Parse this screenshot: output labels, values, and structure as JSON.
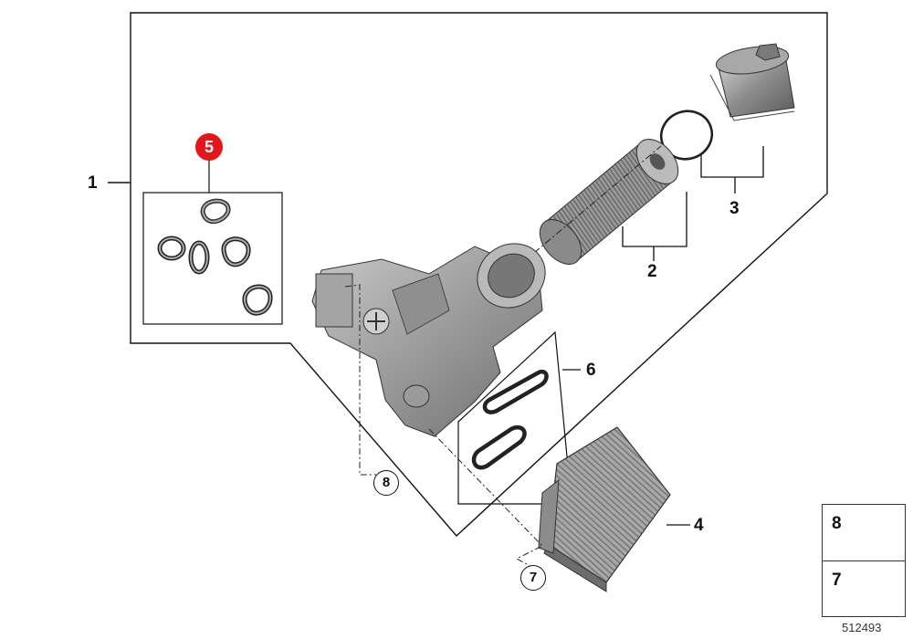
{
  "callouts": {
    "part_1": "1",
    "part_2": "2",
    "part_3": "3",
    "part_4": "4",
    "part_5": "5",
    "part_6": "6",
    "part_7": "7",
    "part_8": "8"
  },
  "legend": {
    "row_top": "8",
    "row_bottom": "7"
  },
  "document_id": "512493",
  "colors": {
    "highlight": "#e3161b",
    "line": "#111111",
    "part_fill": "#9a9a9a"
  }
}
